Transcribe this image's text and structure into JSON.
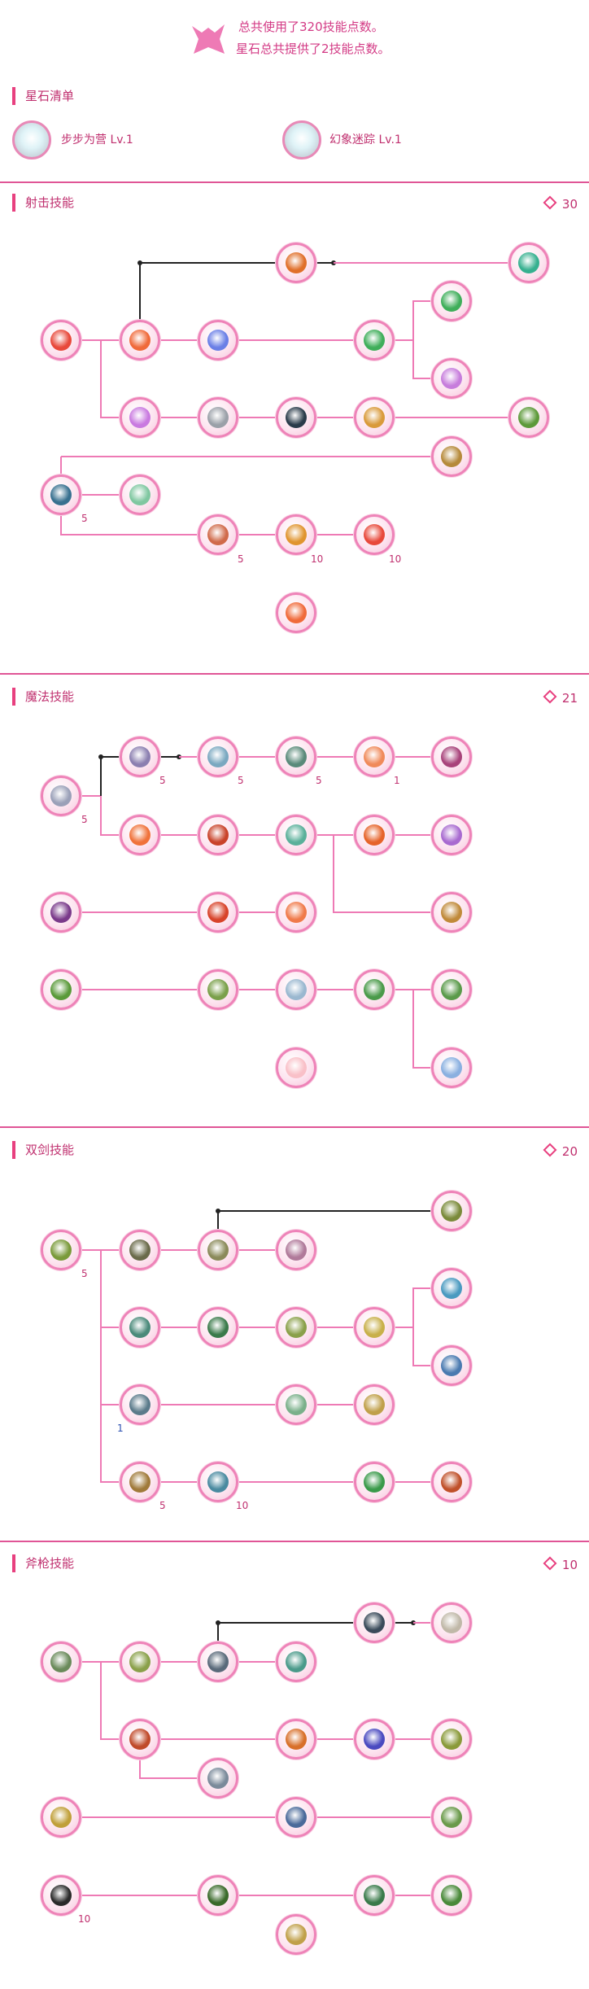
{
  "summary": {
    "line1": "总共使用了320技能点数。",
    "line2": "星石总共提供了2技能点数。"
  },
  "star_stones": {
    "title": "星石清单",
    "items": [
      {
        "label": "步步为营 Lv.1",
        "icon": "mage-hat-icon"
      },
      {
        "label": "幻象迷踪 Lv.1",
        "icon": "monkey-icon"
      }
    ]
  },
  "sections": [
    {
      "title": "射击技能",
      "points": "30",
      "levels": [
        "5",
        "5",
        "10",
        "10"
      ],
      "colors": [
        "#e8493b",
        "#f06a3a",
        "#6a7fe6",
        "#e06f2a",
        "#3fae5a",
        "#3fae5a",
        "#c77ddc",
        "#36b08f",
        "#c97ae0",
        "#9aa0a8",
        "#2a3b4a",
        "#d99a3a",
        "#5d9a3a",
        "#b68a3a",
        "#37708f",
        "#7fc7a0",
        "#d06a4a",
        "#e0952f"
      ]
    },
    {
      "title": "魔法技能",
      "points": "21",
      "levels": [
        "5",
        "5",
        "5",
        "5",
        "1"
      ],
      "colors": [
        "#9aa0b8",
        "#8b7fb0",
        "#7aa8c0",
        "#5a8a7a",
        "#f08a5a",
        "#a8437a",
        "#f0723a",
        "#c9432a",
        "#5ab09a",
        "#e6632a",
        "#a86ad0",
        "#c08a3a",
        "#7a3a8a",
        "#d8432a",
        "#f07a4a",
        "#5a9a3a",
        "#7aa04a",
        "#9ab8d0",
        "#4a9a4a",
        "#5a9a4a",
        "#8ab0e0",
        "#f9c0c8"
      ]
    },
    {
      "title": "双剑技能",
      "points": "20",
      "levels": [
        "5",
        "1",
        "5",
        "10"
      ],
      "colors": [
        "#7a9a3a",
        "#6a6a4a",
        "#8a8a5a",
        "#b07a9a",
        "#7a8a3a",
        "#4a8a7a",
        "#3a7a4a",
        "#8aa04a",
        "#c8b04a",
        "#4a9ac0",
        "#4a7ab0",
        "#5a7a8a",
        "#7ab08a",
        "#c0a04a",
        "#a07a3a",
        "#4a8aa0",
        "#3a9a4a",
        "#c0502a"
      ]
    },
    {
      "title": "斧枪技能",
      "points": "10",
      "levels": [
        "10"
      ],
      "colors": [
        "#6a8a5a",
        "#8aa04a",
        "#5a6a7a",
        "#4a9a8a",
        "#3a4a5a",
        "#c0b8a8",
        "#c04a2a",
        "#d8702a",
        "#4a4ac0",
        "#8a9a3a",
        "#7a8a9a",
        "#c0a03a",
        "#4a6a9a",
        "#6a9a4a",
        "#2a2a2a",
        "#3a6a2a",
        "#3a7a4a",
        "#4a8a3a",
        "#c0a04a"
      ]
    }
  ]
}
